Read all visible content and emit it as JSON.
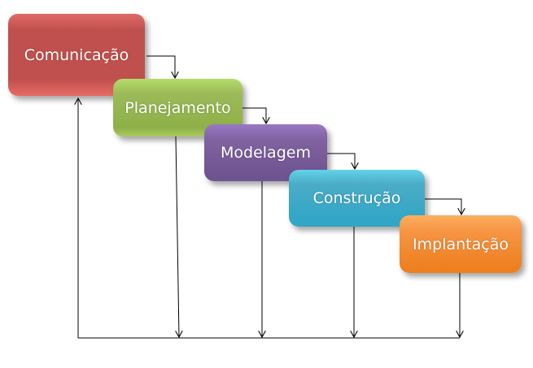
{
  "diagram": {
    "stages": [
      {
        "label": "Comunicação",
        "color": "#c0504d"
      },
      {
        "label": "Planejamento",
        "color": "#9bbb59"
      },
      {
        "label": "Modelagem",
        "color": "#8064a2"
      },
      {
        "label": "Construção",
        "color": "#4bacc6"
      },
      {
        "label": "Implantação",
        "color": "#f79646"
      }
    ]
  }
}
